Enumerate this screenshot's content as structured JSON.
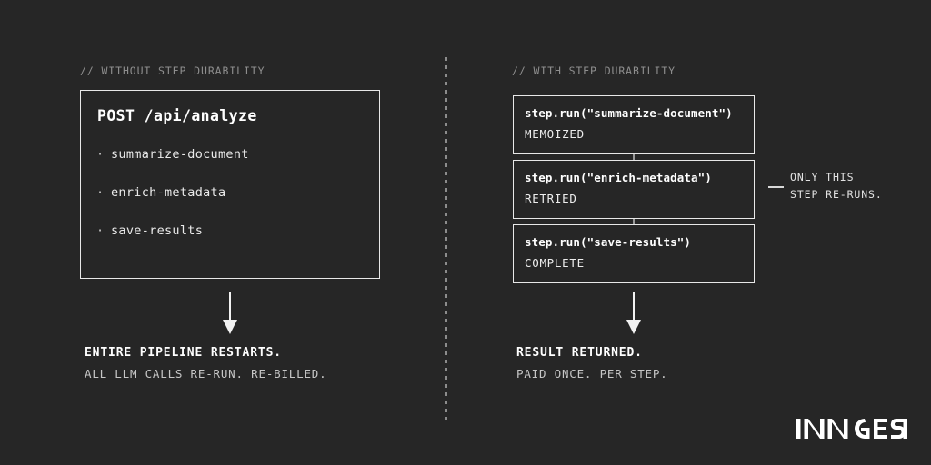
{
  "background_color": "#262626",
  "accent_color": "#ffffff",
  "muted_color": "#8e8e8e",
  "left_column": {
    "header": "// WITHOUT STEP DURABILITY",
    "card": {
      "title": "POST /api/analyze",
      "items": [
        {
          "bullet": "·",
          "label": "summarize-document"
        },
        {
          "bullet": "·",
          "label": "enrich-metadata"
        },
        {
          "bullet": "·",
          "label": "save-results"
        }
      ]
    },
    "caption": {
      "primary": "ENTIRE PIPELINE RESTARTS.",
      "secondary": "ALL LLM CALLS RE-RUN. RE-BILLED."
    }
  },
  "right_column": {
    "header": "// WITH STEP DURABILITY",
    "steps": [
      {
        "call": "step.run(\"summarize-document\")",
        "status": "MEMOIZED"
      },
      {
        "call": "step.run(\"enrich-metadata\")",
        "status": "RETRIED"
      },
      {
        "call": "step.run(\"save-results\")",
        "status": "COMPLETE"
      }
    ],
    "annotation": {
      "line1": "ONLY THIS",
      "line2": "STEP RE-RUNS."
    },
    "caption": {
      "primary": "RESULT RETURNED.",
      "secondary": "PAID ONCE. PER STEP."
    }
  },
  "logo": {
    "wordmark": "INNGEST"
  }
}
